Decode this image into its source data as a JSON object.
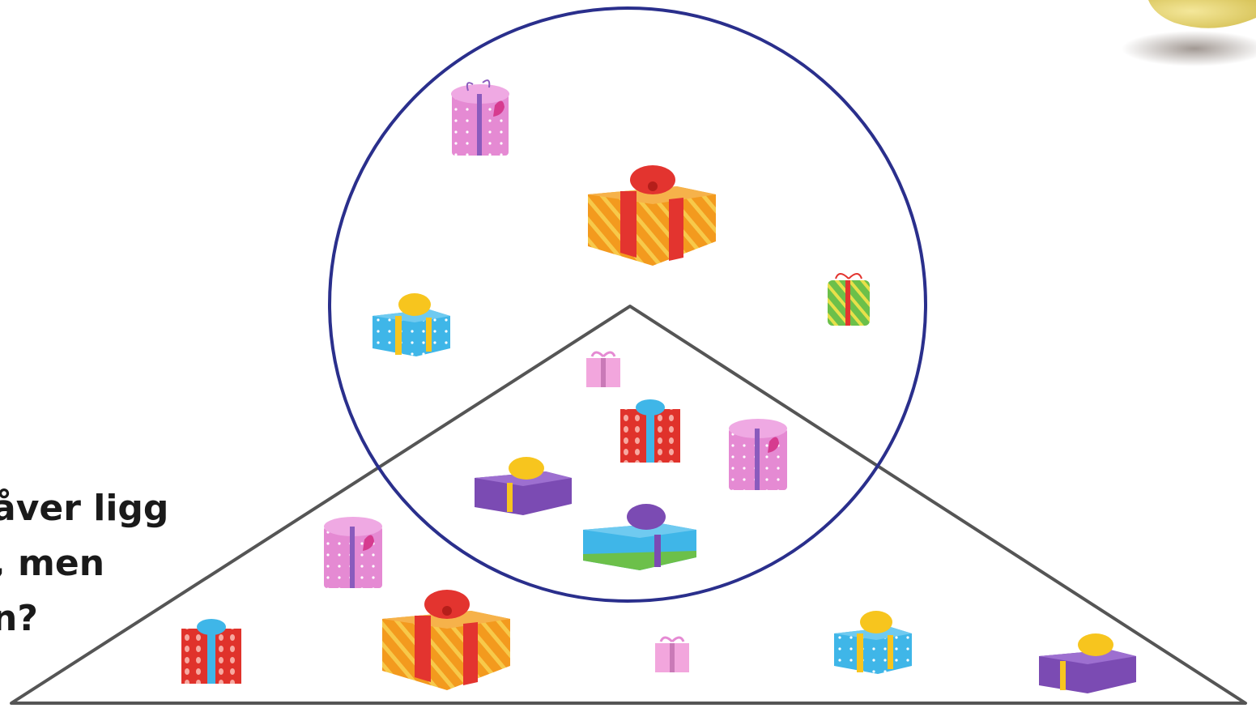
{
  "question": {
    "line1": "åver ligg",
    "line2": ", men",
    "line3": "n?"
  },
  "colors": {
    "circle_outline": "#2a2f8c",
    "triangle_outline": "#555555",
    "orange_gift": "#f39a1e",
    "red_ribbon": "#e3342f",
    "pink_gift": "#e58ad3",
    "blue_gift": "#3fb6e8",
    "purple_gift": "#7b4bb3",
    "yellow_ribbon": "#f7c51e",
    "green_gift": "#6cc04a"
  },
  "icons": {
    "gift": "gift-box-icon",
    "round_gift": "round-gift-box-icon",
    "ball": "golden-ball-decoration"
  }
}
